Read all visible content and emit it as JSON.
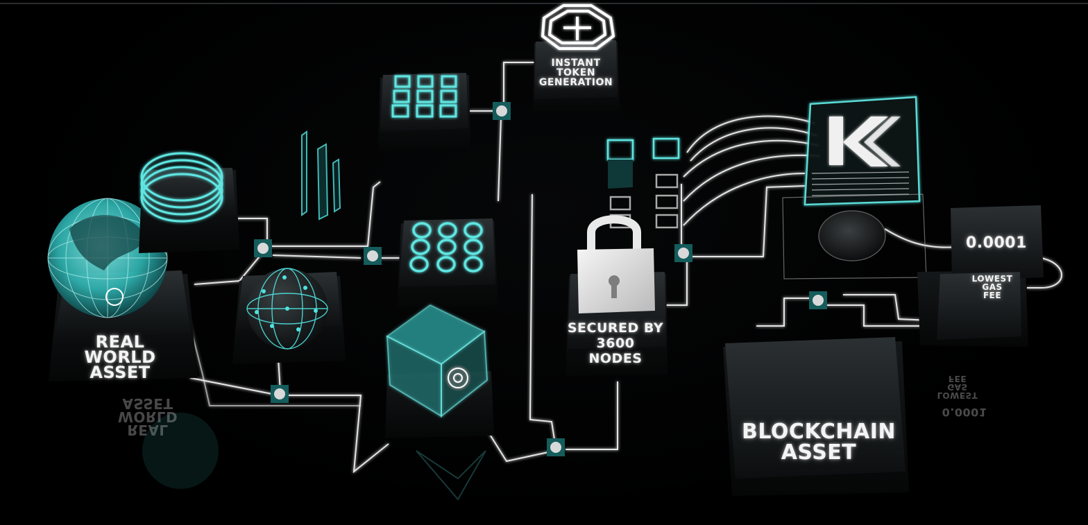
{
  "labels": {
    "real_world_asset": "REAL\nWORLD\nASSET",
    "instant_token_generation": "INSTANT\nTOKEN\nGENERATION",
    "secured_by": "SECURED BY\n3600\nNODES",
    "blockchain_asset": "BLOCKCHAIN\nASSET",
    "gas_value": "0.0001",
    "lowest_gas_fee": "LOWEST\nGAS\nFEE"
  },
  "colors": {
    "background": "#000000",
    "accent_cyan": "#4fe3e0",
    "wire": "#e8e8e8",
    "block": "#1a1d1f"
  },
  "icons": {
    "plus": "plus-octagon-icon",
    "globe": "globe-icon",
    "rings": "stacked-rings-icon",
    "sphere": "network-sphere-icon",
    "grid_squares": "square-grid-icon",
    "grid_circles": "circle-grid-icon",
    "cube": "glass-cube-icon",
    "padlock": "padlock-icon",
    "logo": "kk-logo-icon",
    "coin": "coin-icon"
  }
}
